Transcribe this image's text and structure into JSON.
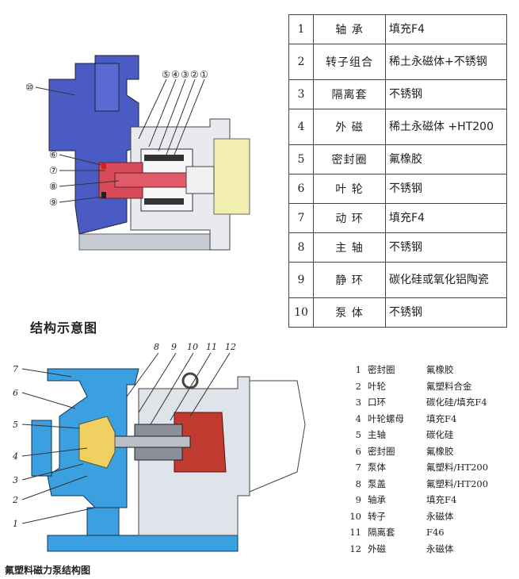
{
  "top_diagram": {
    "callouts_top": [
      "⑤",
      "④",
      "③",
      "②",
      "①"
    ],
    "callout_10": "⑩",
    "callouts_left": [
      "⑥",
      "⑦",
      "⑧",
      "⑨"
    ]
  },
  "parts_table": [
    {
      "num": "1",
      "name": "轴 承",
      "material": "填充F4"
    },
    {
      "num": "2",
      "name": "转子组合",
      "material": "稀土永磁体+不锈钢"
    },
    {
      "num": "3",
      "name": "隔离套",
      "material": "不锈钢"
    },
    {
      "num": "4",
      "name": "外 磁",
      "material": "稀土永磁体 +HT200"
    },
    {
      "num": "5",
      "name": "密封圈",
      "material": "氟橡胶"
    },
    {
      "num": "6",
      "name": "叶 轮",
      "material": "不锈钢"
    },
    {
      "num": "7",
      "name": "动 环",
      "material": "填充F4"
    },
    {
      "num": "8",
      "name": "主 轴",
      "material": "不锈钢"
    },
    {
      "num": "9",
      "name": "静 环",
      "material": "碳化硅或氧化铝陶瓷"
    },
    {
      "num": "10",
      "name": "泵 体",
      "material": "不锈钢"
    }
  ],
  "section_title": "结构示意图",
  "bottom_diagram": {
    "callouts_top": [
      "8",
      "9",
      "10",
      "11",
      "12"
    ],
    "callouts_left": [
      "7",
      "6",
      "5",
      "4",
      "3",
      "2",
      "1"
    ]
  },
  "legend": [
    {
      "num": "1",
      "name": "密封圈",
      "material": "氟橡胶"
    },
    {
      "num": "2",
      "name": "叶轮",
      "material": "氟塑料合金"
    },
    {
      "num": "3",
      "name": "口环",
      "material": "碳化硅/填充F4"
    },
    {
      "num": "4",
      "name": "叶轮螺母",
      "material": "填充F4"
    },
    {
      "num": "5",
      "name": "主轴",
      "material": "碳化硅"
    },
    {
      "num": "6",
      "name": "密封圈",
      "material": "氟橡胶"
    },
    {
      "num": "7",
      "name": "泵体",
      "material": "氟塑料/HT200"
    },
    {
      "num": "8",
      "name": "泵盖",
      "material": "氟塑料/HT200"
    },
    {
      "num": "9",
      "name": "轴承",
      "material": "填充F4"
    },
    {
      "num": "10",
      "name": "转子",
      "material": "永磁体"
    },
    {
      "num": "11",
      "name": "隔离套",
      "material": "F46"
    },
    {
      "num": "12",
      "name": "外磁",
      "material": "永磁体"
    }
  ],
  "caption": "氟塑料磁力泵结构图",
  "colors": {
    "pump_body": "#4a5bc4",
    "impeller": "#d94a5a",
    "shaft": "#e05a6a",
    "bearing": "#f0d060",
    "bottom_body": "#3aa0e0",
    "bottom_red": "#c03a30"
  }
}
